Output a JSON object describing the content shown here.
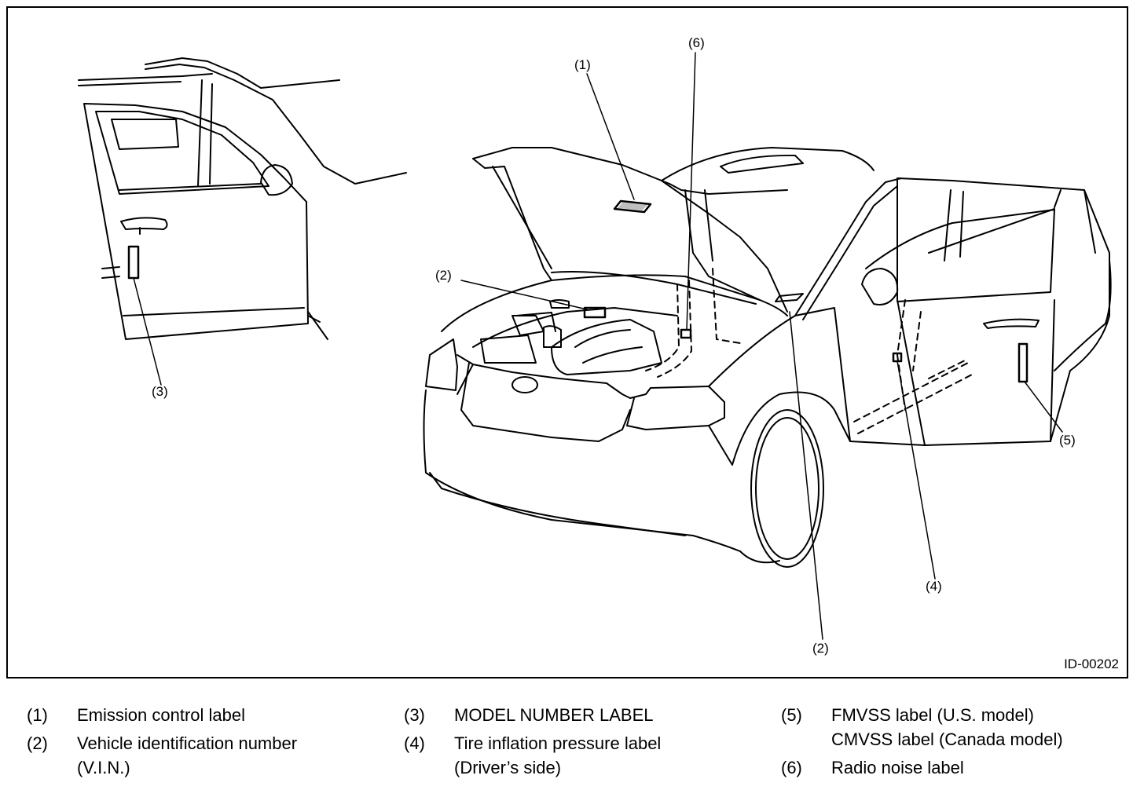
{
  "figure": {
    "id": "ID-00202",
    "callouts": {
      "c1": "(1)",
      "c2a": "(2)",
      "c2b": "(2)",
      "c3": "(3)",
      "c4": "(4)",
      "c5": "(5)",
      "c6": "(6)"
    }
  },
  "legend": [
    {
      "num": "(1)",
      "lines": [
        "Emission control label"
      ]
    },
    {
      "num": "(2)",
      "lines": [
        "Vehicle identification number",
        "(V.I.N.)"
      ]
    },
    {
      "num": "(3)",
      "lines": [
        "MODEL NUMBER LABEL"
      ]
    },
    {
      "num": "(4)",
      "lines": [
        "Tire inflation pressure label",
        "(Driver’s side)"
      ]
    },
    {
      "num": "(5)",
      "lines": [
        "FMVSS label (U.S. model)",
        "CMVSS label (Canada model)"
      ]
    },
    {
      "num": "(6)",
      "lines": [
        "Radio noise label"
      ]
    }
  ]
}
